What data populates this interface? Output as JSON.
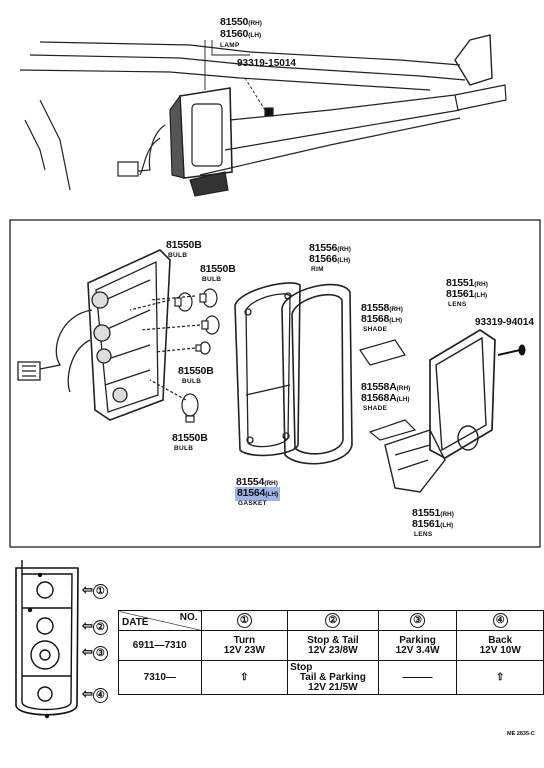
{
  "top": {
    "lamp_rh": "81550",
    "lamp_rh_suffix": "(RH)",
    "lamp_lh": "81560",
    "lamp_lh_suffix": "(LH)",
    "lamp_sub": "LAMP",
    "screw": "93319-15014"
  },
  "exploded": {
    "bulb_1": "81550B",
    "bulb_1_sub": "BULB",
    "bulb_2": "81550B",
    "bulb_2_sub": "BULB",
    "bulb_3": "81550B",
    "bulb_3_sub": "BULB",
    "bulb_4": "81550B",
    "bulb_4_sub": "BULB",
    "rim_rh": "81556",
    "rim_rh_suffix": "(RH)",
    "rim_lh": "81566",
    "rim_lh_suffix": "(LH)",
    "rim_sub": "RIM",
    "shade_rh": "81558",
    "shade_rh_suffix": "(RH)",
    "shade_lh": "81568",
    "shade_lh_suffix": "(LH)",
    "shade_sub": "SHADE",
    "shade_a_rh": "81558A",
    "shade_a_rh_suffix": "(RH)",
    "shade_a_lh": "81568A",
    "shade_a_lh_suffix": "(LH)",
    "shade_a_sub": "SHADE",
    "lens_top_rh": "81551",
    "lens_top_rh_suffix": "(RH)",
    "lens_top_lh": "81561",
    "lens_top_lh_suffix": "(LH)",
    "lens_top_sub": "LENS",
    "screw": "93319-94014",
    "gasket_rh": "81554",
    "gasket_rh_suffix": "(RH)",
    "gasket_lh": "81564",
    "gasket_lh_suffix": "(LH)",
    "gasket_sub": "GASKET",
    "lens_bot_rh": "81551",
    "lens_bot_rh_suffix": "(RH)",
    "lens_bot_lh": "81561",
    "lens_bot_lh_suffix": "(LH)",
    "lens_bot_sub": "LENS"
  },
  "positions": [
    "①",
    "②",
    "③",
    "④"
  ],
  "table": {
    "header_no": "NO.",
    "header_date": "DATE",
    "col_nums": [
      "①",
      "②",
      "③",
      "④"
    ],
    "rows": [
      {
        "date": "6911—7310",
        "c1": [
          "Turn",
          "12V 23W"
        ],
        "c2": [
          "Stop & Tail",
          "12V 23/8W"
        ],
        "c3": [
          "Parking",
          "12V 3.4W"
        ],
        "c4": [
          "Back",
          "12V 10W"
        ]
      },
      {
        "date": "7310—",
        "c1": [
          "⇧"
        ],
        "c2": [
          "Stop",
          "Tail & Parking",
          "12V 21/5W"
        ],
        "c3": [
          "———"
        ],
        "c4": [
          "⇧"
        ]
      }
    ]
  },
  "code": "ME 2835-C"
}
